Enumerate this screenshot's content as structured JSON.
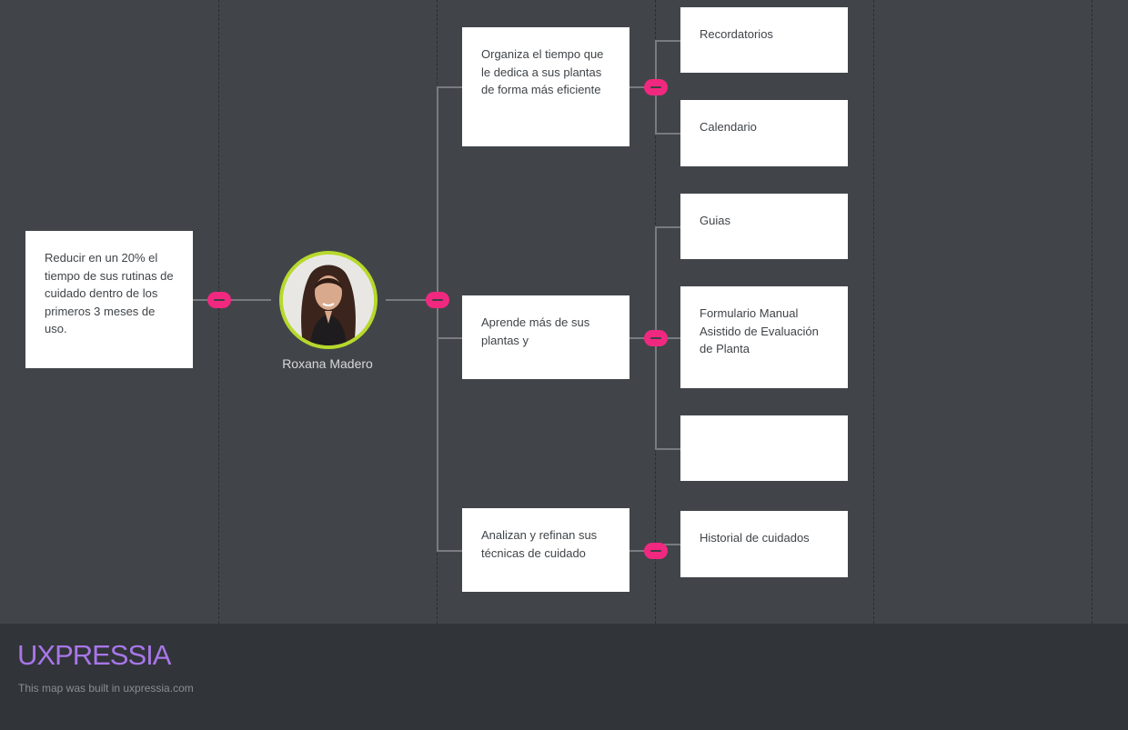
{
  "persona": {
    "name": "Roxana Madero"
  },
  "goal": {
    "text": "Reducir en un 20% el tiempo de sus rutinas de cuidado dentro de los primeros 3 meses de uso."
  },
  "needs": [
    {
      "text": "Organiza el tiempo que le dedica a sus plantas de forma más eficiente"
    },
    {
      "text": "Aprende más de sus plantas y"
    },
    {
      "text": "Analizan y refinan sus técnicas de cuidado"
    }
  ],
  "features": [
    {
      "text": "Recordatorios"
    },
    {
      "text": "Calendario"
    },
    {
      "text": "Guias"
    },
    {
      "text": "Formulario Manual Asistido de Evaluación de Planta"
    },
    {
      "text": ""
    },
    {
      "text": "Historial de cuidados"
    }
  ],
  "footer": {
    "brand": "UXPRESSIA",
    "note": "This map was built in uxpressia.com"
  },
  "colors": {
    "background": "#414549",
    "card": "#ffffff",
    "toggle": "#f1287f",
    "avatar_ring": "#b6d92b",
    "brand": "#a876e8"
  },
  "icons": {
    "toggle": "collapse-minus-icon"
  }
}
